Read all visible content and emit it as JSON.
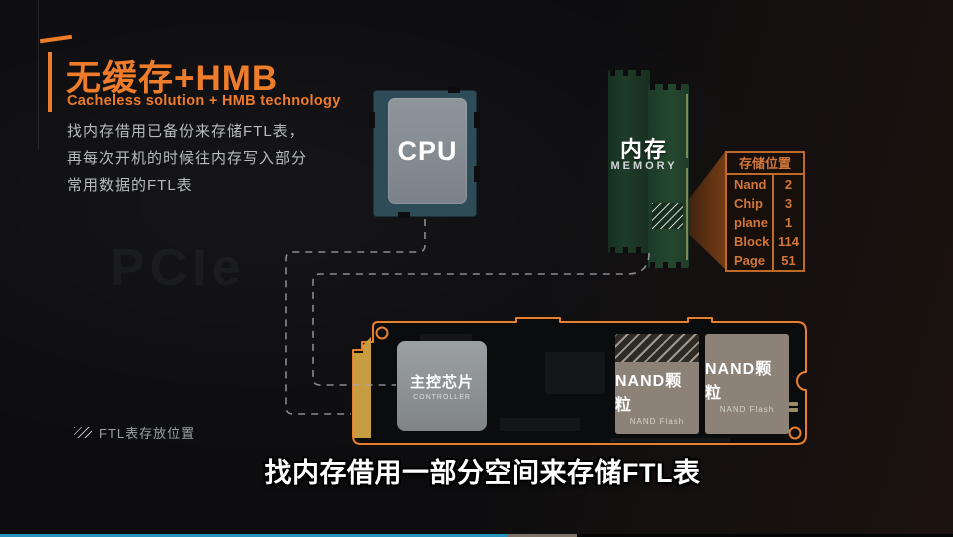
{
  "header": {
    "title": "无缓存+HMB",
    "subtitle": "Cacheless solution + HMB technology",
    "description_lines": [
      "找内存借用已备份来存储FTL表，",
      "再每次开机的时候往内存写入部分",
      "常用数据的FTL表"
    ]
  },
  "watermark": {
    "text": "PCIe"
  },
  "cpu": {
    "label": "CPU"
  },
  "memory": {
    "label": "内存",
    "sublabel": "MEMORY"
  },
  "storage_table": {
    "title": "存储位置",
    "rows": [
      {
        "label": "Nand",
        "value": "2"
      },
      {
        "label": "Chip",
        "value": "3"
      },
      {
        "label": "plane",
        "value": "1"
      },
      {
        "label": "Block",
        "value": "114"
      },
      {
        "label": "Page",
        "value": "51"
      }
    ]
  },
  "ssd": {
    "controller": {
      "label": "主控芯片",
      "sublabel": "CONTROLLER"
    },
    "nand1": {
      "label": "NAND颗粒",
      "sublabel": "NAND Flash"
    },
    "nand2": {
      "label": "NAND颗粒",
      "sublabel": "NAND Flash"
    }
  },
  "legend": {
    "label": "FTL表存放位置"
  },
  "caption": {
    "text": "找内存借用一部分空间来存储FTL表"
  },
  "progress_bar": {
    "played_pct": 53.3,
    "buffered_pct": 60.5
  },
  "colors": {
    "accent_orange": "#ee7c2b",
    "table_orange": "#d3763a",
    "ssd_outline": "#e87f2e",
    "gold_connector": "#c79d3f",
    "memory_green": "#25472f",
    "cpu_teal": "#2e4c58",
    "chip_gray": "#8f969b",
    "nand_brown": "#8c8278",
    "progress_blue": "#2693bd",
    "progress_buffer": "#7d7265"
  }
}
